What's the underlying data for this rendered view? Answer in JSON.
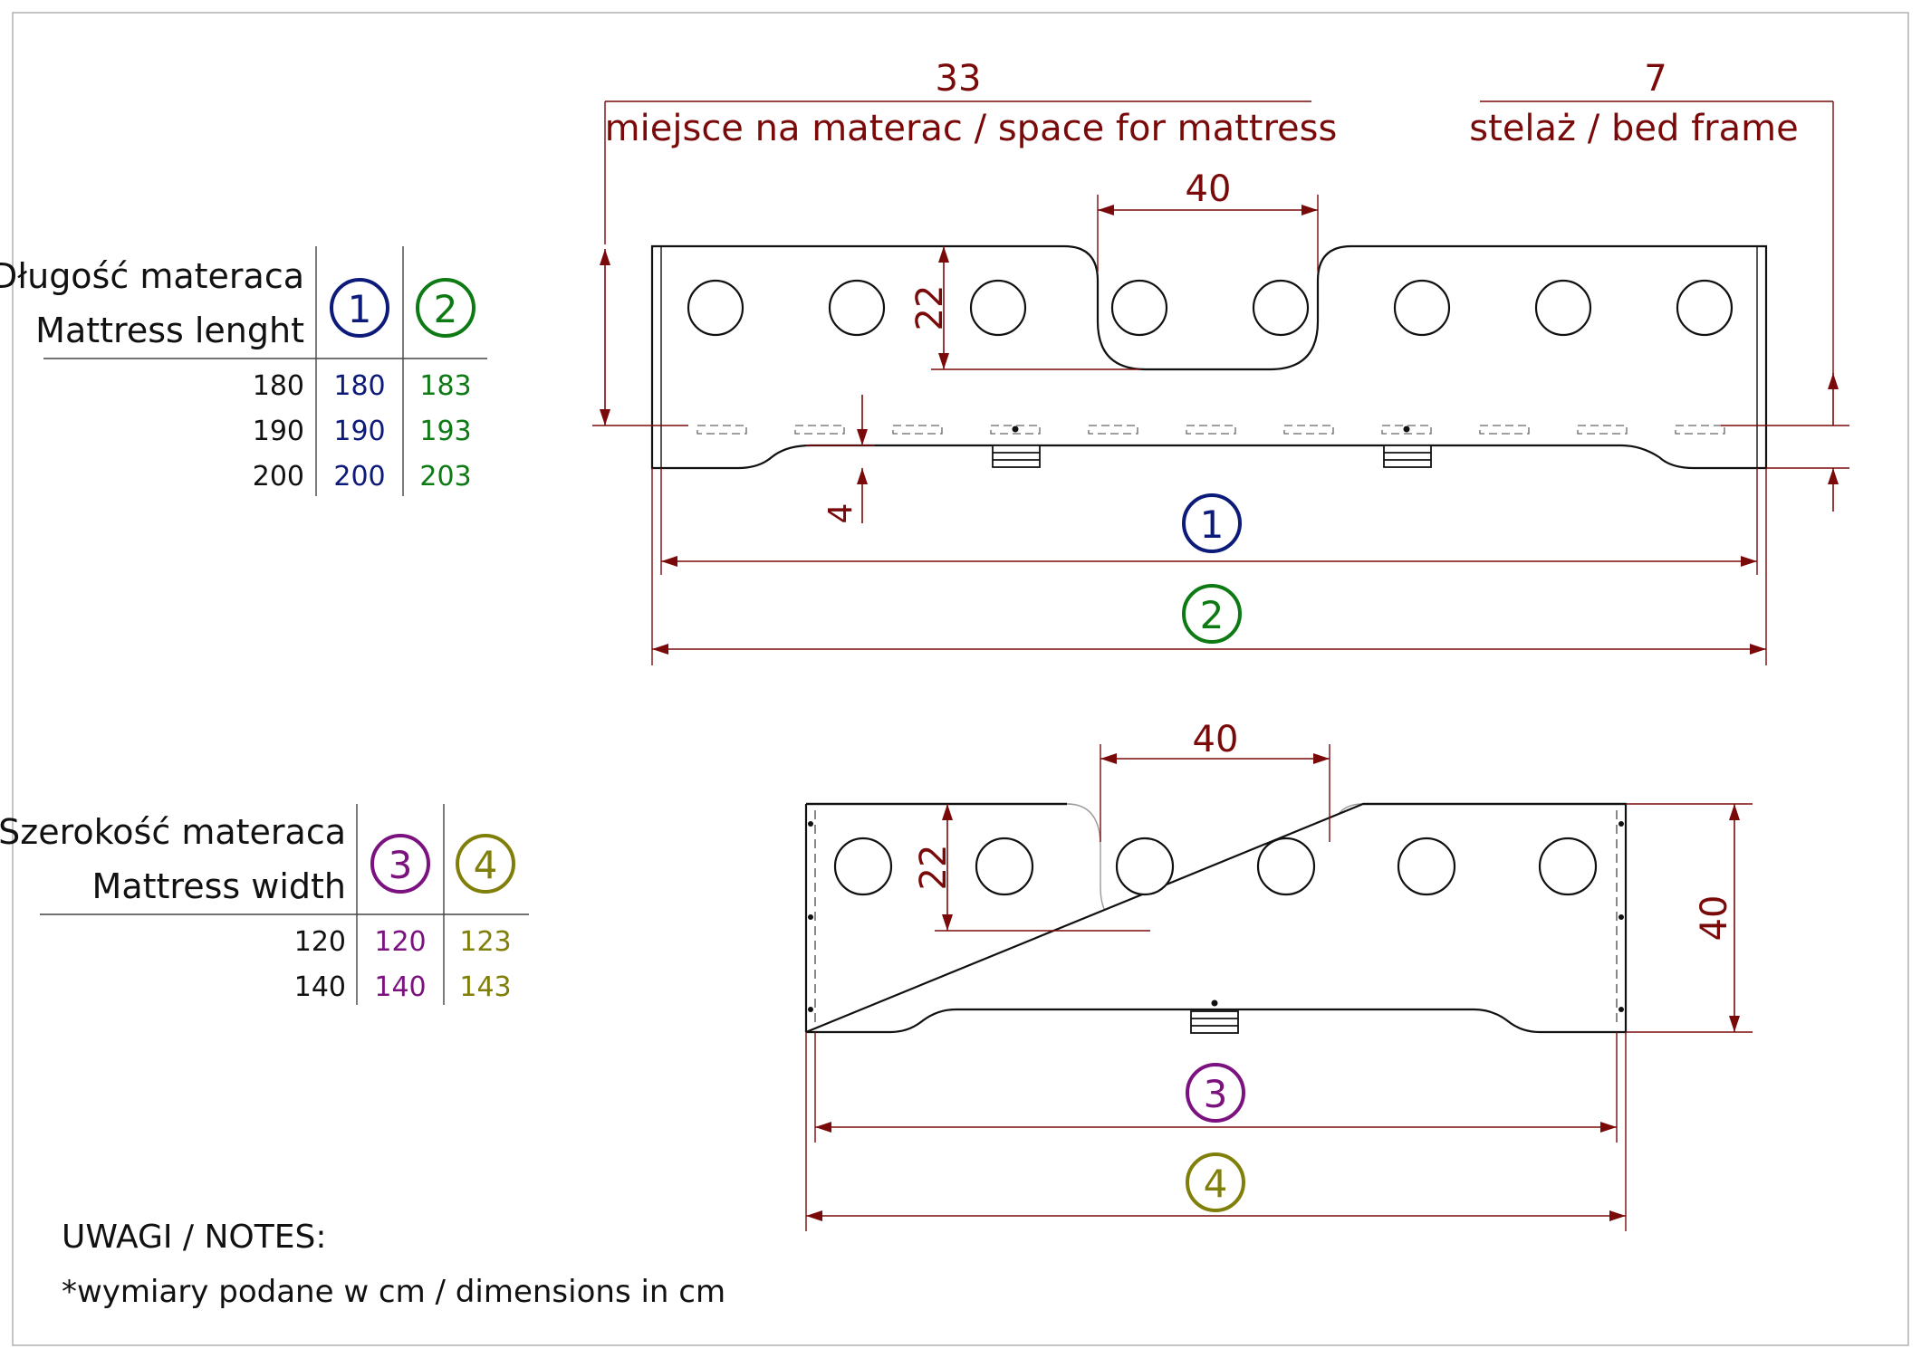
{
  "colors": {
    "dimension": "#7a0a0a",
    "outline": "#111111",
    "blue": "#0c1a7a",
    "green": "#0d7a14",
    "purple": "#7c1280",
    "olive": "#7f7f0a"
  },
  "length_table": {
    "heading_pl": "Długość materaca",
    "heading_en": "Mattress lenght",
    "col1_marker": "1",
    "col2_marker": "2",
    "rows": [
      {
        "mattress": "180",
        "v1": "180",
        "v2": "183"
      },
      {
        "mattress": "190",
        "v1": "190",
        "v2": "193"
      },
      {
        "mattress": "200",
        "v1": "200",
        "v2": "203"
      }
    ]
  },
  "width_table": {
    "heading_pl": "Szerokość materaca",
    "heading_en": "Mattress width",
    "col1_marker": "3",
    "col2_marker": "4",
    "rows": [
      {
        "mattress": "120",
        "v1": "120",
        "v2": "123"
      },
      {
        "mattress": "140",
        "v1": "140",
        "v2": "143"
      }
    ]
  },
  "top_drawing": {
    "dim_mattress_value": "33",
    "dim_mattress_label": "miejsce na materac / space for mattress",
    "dim_frame_value": "7",
    "dim_frame_label": "stelaż / bed frame",
    "dim_notch_width": "40",
    "dim_notch_depth": "22",
    "dim_cutout_depth": "4",
    "marker_inner": "1",
    "marker_outer": "2"
  },
  "bottom_drawing": {
    "dim_notch_width": "40",
    "dim_notch_depth": "22",
    "dim_height": "40",
    "marker_inner": "3",
    "marker_outer": "4"
  },
  "notes": {
    "heading": "UWAGI / NOTES:",
    "line1": "*wymiary podane w cm / dimensions in cm"
  }
}
